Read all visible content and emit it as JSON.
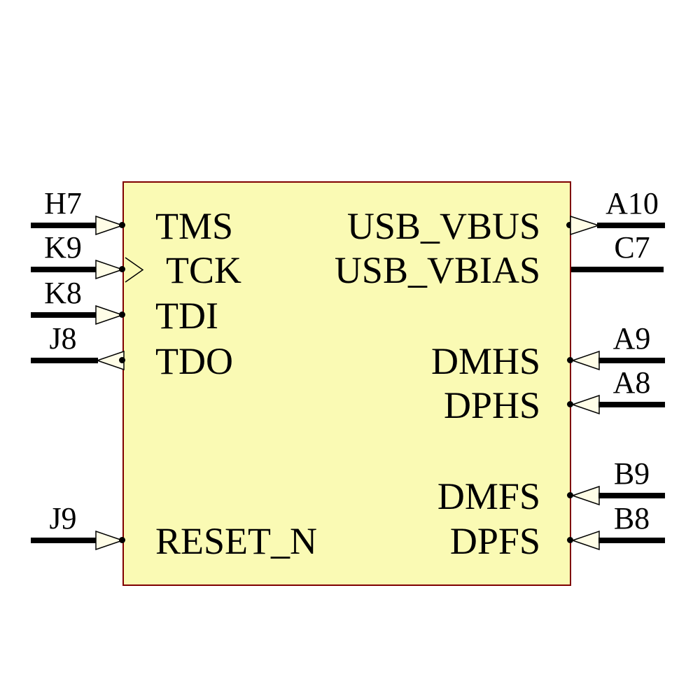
{
  "diagram": {
    "kind": "schematic-symbol",
    "description": "IC schematic symbol with JTAG and USB pins"
  },
  "colors": {
    "body-fill": "#fafab4",
    "body-border": "#7f0000",
    "arrow-fill": "#fffde7",
    "wire": "#000000"
  },
  "pins": {
    "left": [
      {
        "number": "H7",
        "label": "TMS",
        "direction": "input"
      },
      {
        "number": "K9",
        "label": "TCK",
        "direction": "input",
        "clock": true
      },
      {
        "number": "K8",
        "label": "TDI",
        "direction": "input"
      },
      {
        "number": "J8",
        "label": "TDO",
        "direction": "output"
      },
      {
        "number": "J9",
        "label": "RESET_N",
        "direction": "input"
      }
    ],
    "right": [
      {
        "number": "A10",
        "label": "USB_VBUS",
        "direction": "output"
      },
      {
        "number": "C7",
        "label": "USB_VBIAS",
        "direction": "passive"
      },
      {
        "number": "A9",
        "label": "DMHS",
        "direction": "input"
      },
      {
        "number": "A8",
        "label": "DPHS",
        "direction": "input"
      },
      {
        "number": "B9",
        "label": "DMFS",
        "direction": "input"
      },
      {
        "number": "B8",
        "label": "DPFS",
        "direction": "input"
      }
    ]
  }
}
